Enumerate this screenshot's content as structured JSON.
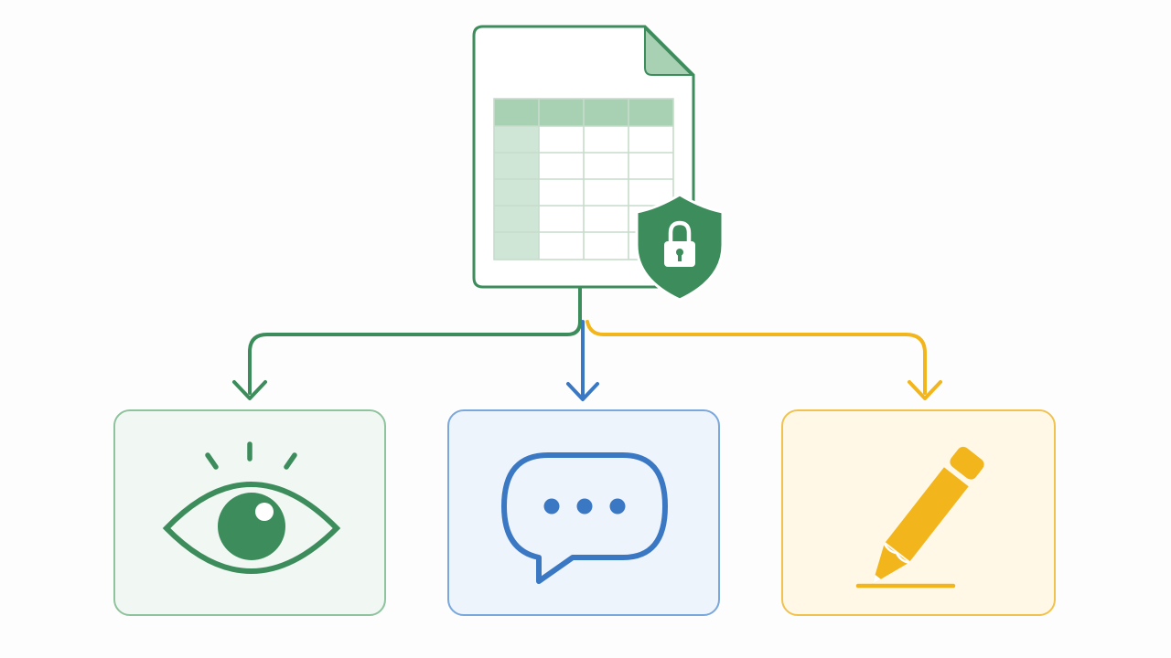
{
  "colors": {
    "background": "#fcfdfc",
    "view": "#3d8d5c",
    "view_light": "#a8d1b4",
    "view_fill": "#f1f7f2",
    "view_border": "#8fc39d",
    "comment": "#3b78c4",
    "comment_fill": "#eef4fc",
    "comment_border": "#7aa7dc",
    "edit": "#f2b51c",
    "edit_fill": "#fff8e6",
    "edit_border": "#f2c24e",
    "grid_line": "#c7dccc"
  },
  "diagram": {
    "source": {
      "icon": "spreadsheet-icon",
      "badge_icon": "shield-lock-icon"
    },
    "permissions": [
      {
        "key": "view",
        "icon": "eye-icon",
        "color": "#3d8d5c"
      },
      {
        "key": "comment",
        "icon": "speech-bubble-icon",
        "color": "#3b78c4"
      },
      {
        "key": "edit",
        "icon": "pencil-icon",
        "color": "#f2b51c"
      }
    ]
  }
}
